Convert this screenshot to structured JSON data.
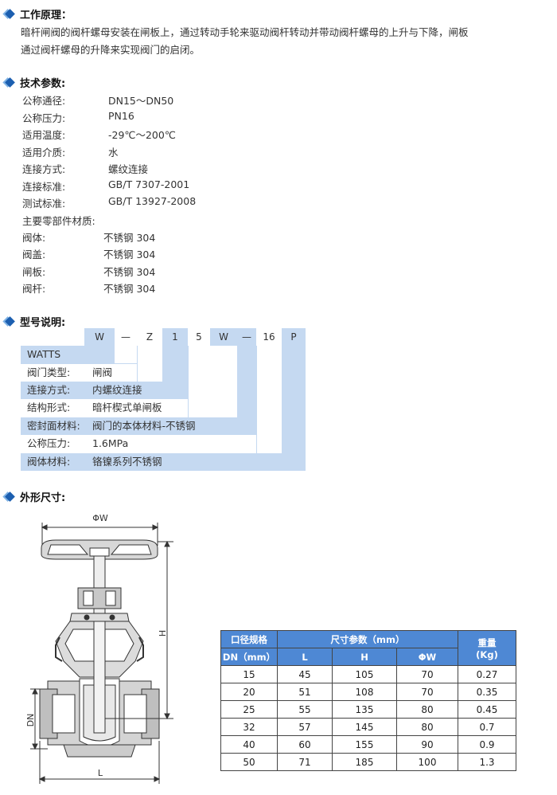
{
  "sections": {
    "principle_title": "工作原理：",
    "spec_title": "技术参数:",
    "model_title": "型号说明:",
    "dimension_title": "外形尺寸:"
  },
  "principle": {
    "line1": "暗杆闸阀的阀杆螺母安装在闸板上，通过转动手轮来驱动阀杆转动并带动阀杆螺母的上升与下降，闸板",
    "line2": "通过阀杆螺母的升降来实现阀门的启闭。"
  },
  "specs": [
    {
      "k": "公称通径:",
      "v": "DN15～DN50"
    },
    {
      "k": "公称压力:",
      "v": "PN16"
    },
    {
      "k": "适用温度:",
      "v": "-29℃～200℃"
    },
    {
      "k": "适用介质:",
      "v": "水"
    },
    {
      "k": "连接方式:",
      "v": "螺纹连接"
    },
    {
      "k": "连接标准:",
      "v": "GB/T 7307-2001"
    },
    {
      "k": "测试标准:",
      "v": "GB/T 13927-2008"
    }
  ],
  "materials_title": "主要零部件材质:",
  "materials": [
    {
      "k": "阀体:",
      "v": "不锈钢 304"
    },
    {
      "k": "阀盖:",
      "v": "不锈钢 304"
    },
    {
      "k": "闸板:",
      "v": "不锈钢 304"
    },
    {
      "k": "阀杆:",
      "v": "不锈钢 304"
    }
  ],
  "model": {
    "codes": [
      "W",
      "—",
      "Z",
      "1",
      "5",
      "W",
      "—",
      "16",
      "P"
    ],
    "rows": [
      {
        "k": "WATTS",
        "v": ""
      },
      {
        "k": "阀门类型:",
        "v": "闸阀"
      },
      {
        "k": "连接方式:",
        "v": "内螺纹连接"
      },
      {
        "k": "结构形式:",
        "v": "暗杆楔式单闸板"
      },
      {
        "k": "密封面材料:",
        "v": "阀门的本体材料-不锈钢"
      },
      {
        "k": "公称压力:",
        "v": "1.6MPa"
      },
      {
        "k": "阀体材料:",
        "v": "铬镍系列不锈钢"
      }
    ]
  },
  "drawing": {
    "w_label": "ΦW",
    "h_label": "H",
    "dn_label": "DN",
    "l_label": "L"
  },
  "dim_table": {
    "h_col1_top": "口径规格",
    "h_col1_bottom": "DN（mm）",
    "h_group": "尺寸参数（mm）",
    "h_L": "L",
    "h_H": "H",
    "h_W": "ΦW",
    "h_weight_top": "重量",
    "h_weight_bottom": "(Kg)",
    "rows": [
      [
        "15",
        "45",
        "105",
        "70",
        "0.27"
      ],
      [
        "20",
        "51",
        "108",
        "70",
        "0.35"
      ],
      [
        "25",
        "55",
        "135",
        "80",
        "0.45"
      ],
      [
        "32",
        "57",
        "145",
        "80",
        "0.7"
      ],
      [
        "40",
        "60",
        "155",
        "90",
        "0.9"
      ],
      [
        "50",
        "71",
        "185",
        "100",
        "1.3"
      ]
    ]
  },
  "colors": {
    "accent": "#1c5fb0",
    "band": "#c5d9f1",
    "table_header": "#4e88d4"
  }
}
